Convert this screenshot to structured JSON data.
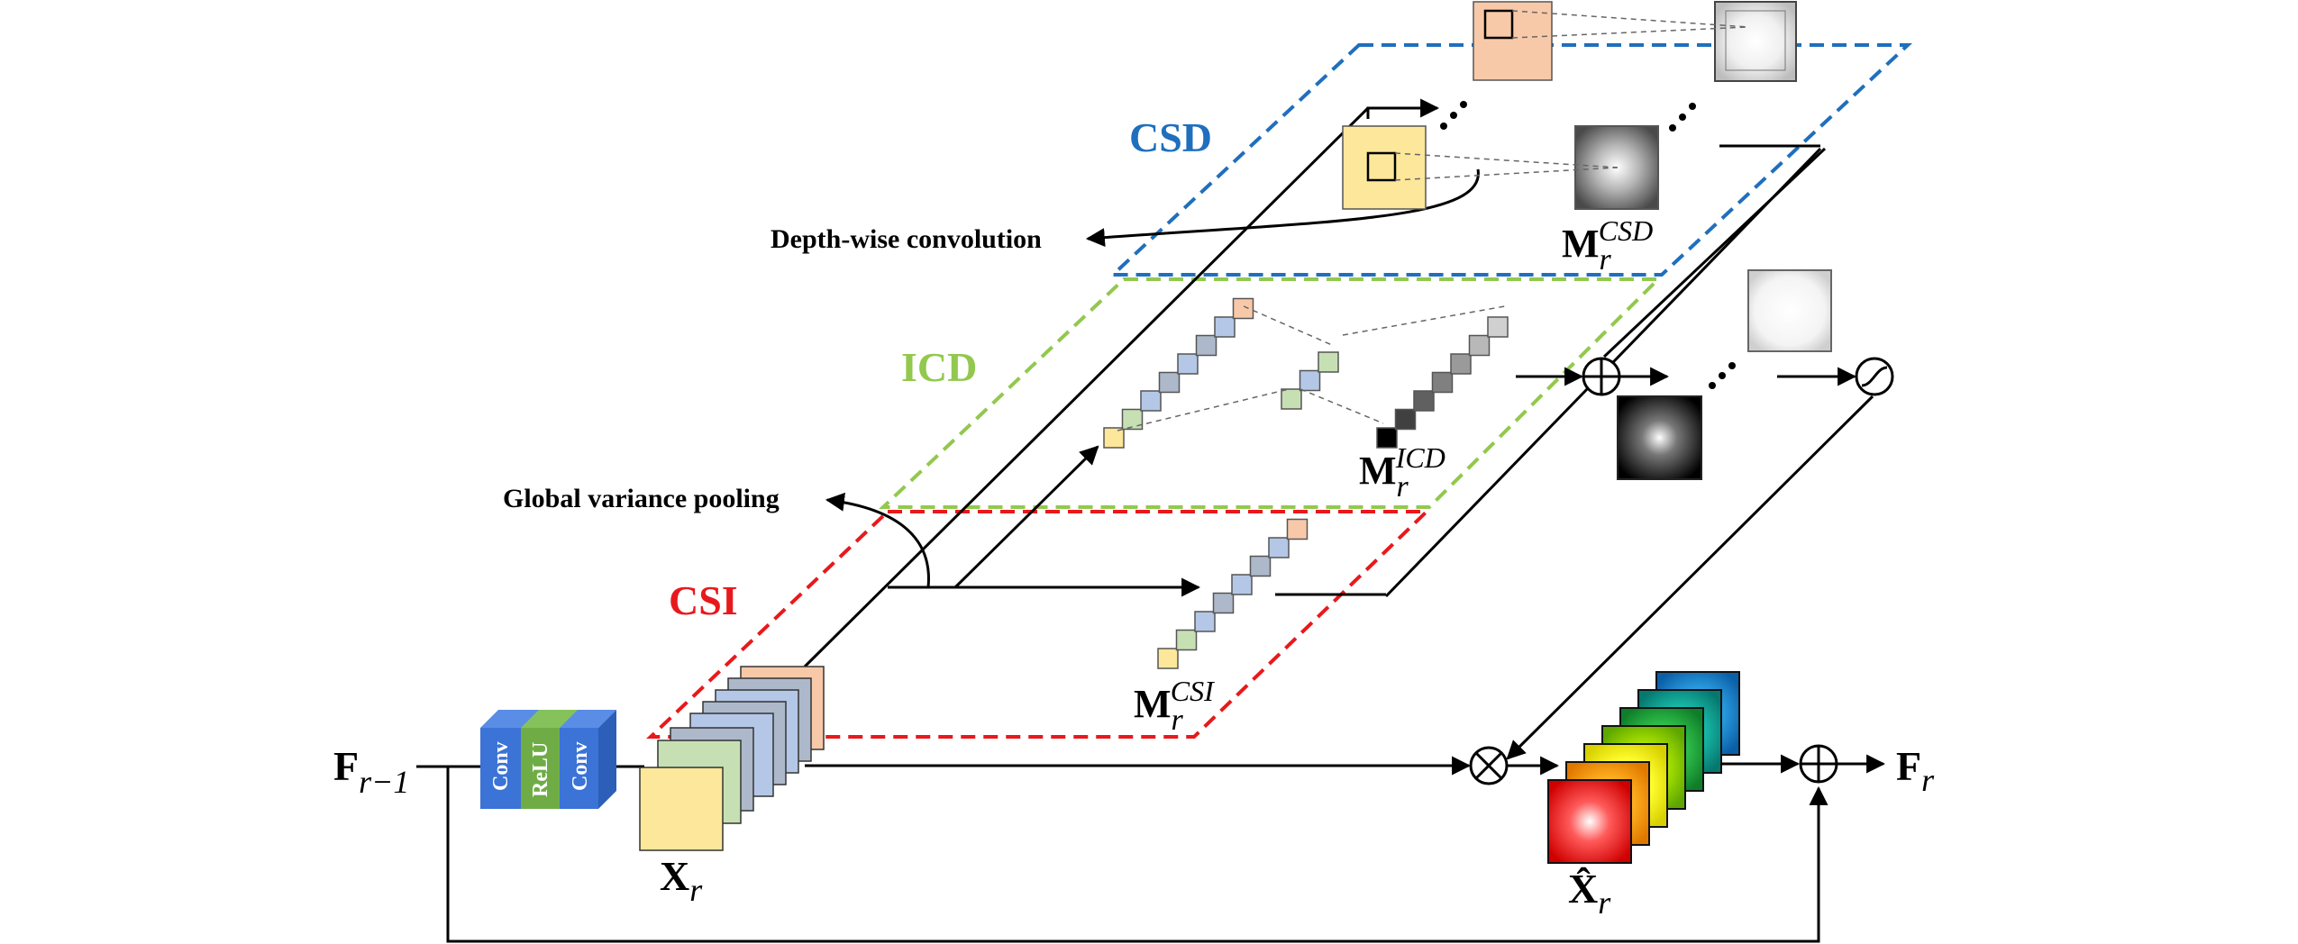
{
  "diagram": {
    "regions": {
      "csd": "CSD",
      "icd": "ICD",
      "csi": "CSI"
    },
    "annotations": {
      "depthwise": "Depth-wise convolution",
      "gvp": "Global variance pooling"
    },
    "block_labels": {
      "conv1": "Conv",
      "relu": "ReLU",
      "conv2": "Conv"
    },
    "symbols": {
      "input": {
        "base": "F",
        "sub": "r−1"
      },
      "output": {
        "base": "F",
        "sub": "r"
      },
      "xr": {
        "base": "X",
        "sub": "r"
      },
      "xhat": {
        "base": "X̂",
        "sub": "r"
      },
      "m_csd": {
        "base": "M",
        "sub": "r",
        "sup": "CSD"
      },
      "m_icd": {
        "base": "M",
        "sub": "r",
        "sup": "ICD"
      },
      "m_csi": {
        "base": "M",
        "sub": "r",
        "sup": "CSI"
      }
    },
    "colors": {
      "csd": "#1f6fbd",
      "icd": "#92c84e",
      "csi": "#e8191c",
      "conv_block": "#3b73d6",
      "relu_block": "#6fac46"
    }
  }
}
